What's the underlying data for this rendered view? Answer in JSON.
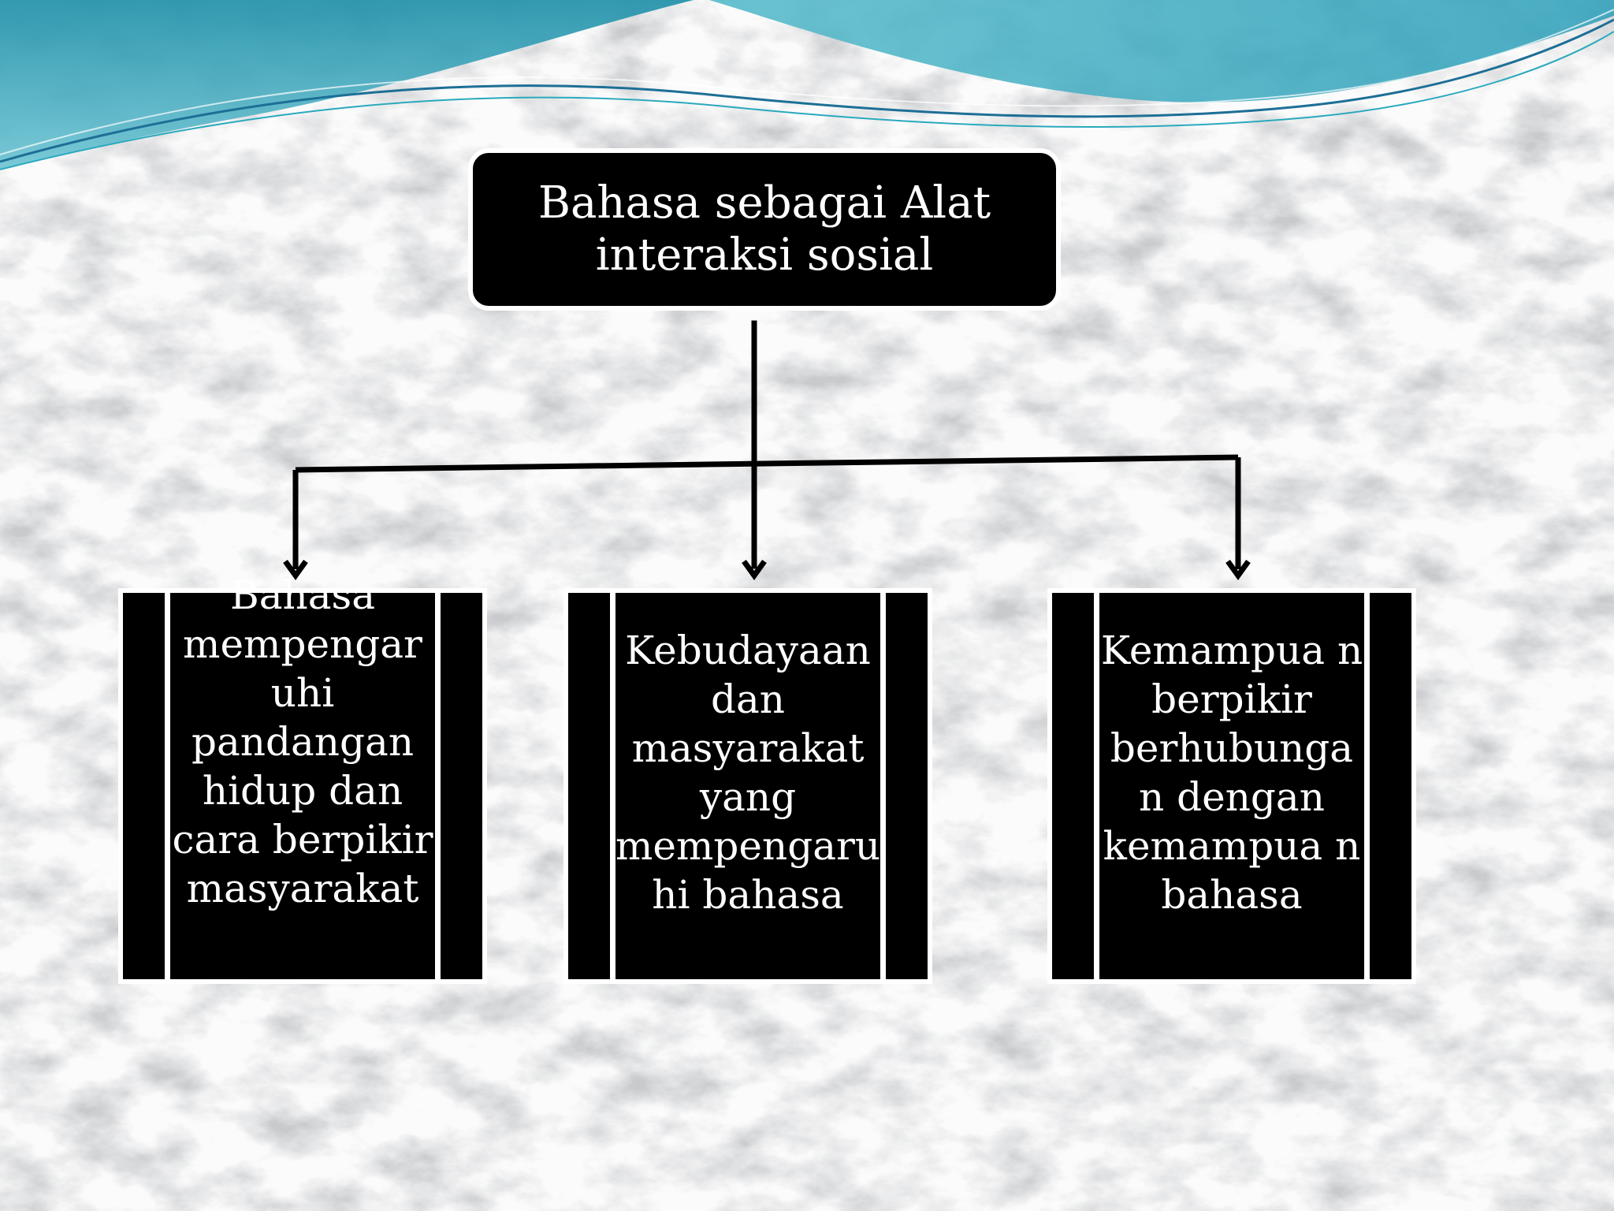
{
  "diagram": {
    "root": {
      "text": "Bahasa sebagai Alat interaksi sosial"
    },
    "children": [
      {
        "text": "Bahasa mempengar uhi pandangan hidup dan cara berpikir masyarakat"
      },
      {
        "text": "Kebudayaan dan masyarakat yang mempengaru hi bahasa"
      },
      {
        "text": "Kemampua n berpikir berhubunga n dengan kemampua n bahasa"
      }
    ]
  },
  "colors": {
    "box_fill": "#000000",
    "box_text": "#ffffff",
    "box_border": "#ffffff",
    "connector": "#000000",
    "wave_teal": "#2aa9bd",
    "wave_blue": "#1d6f96",
    "background": "#e3e4e6"
  }
}
